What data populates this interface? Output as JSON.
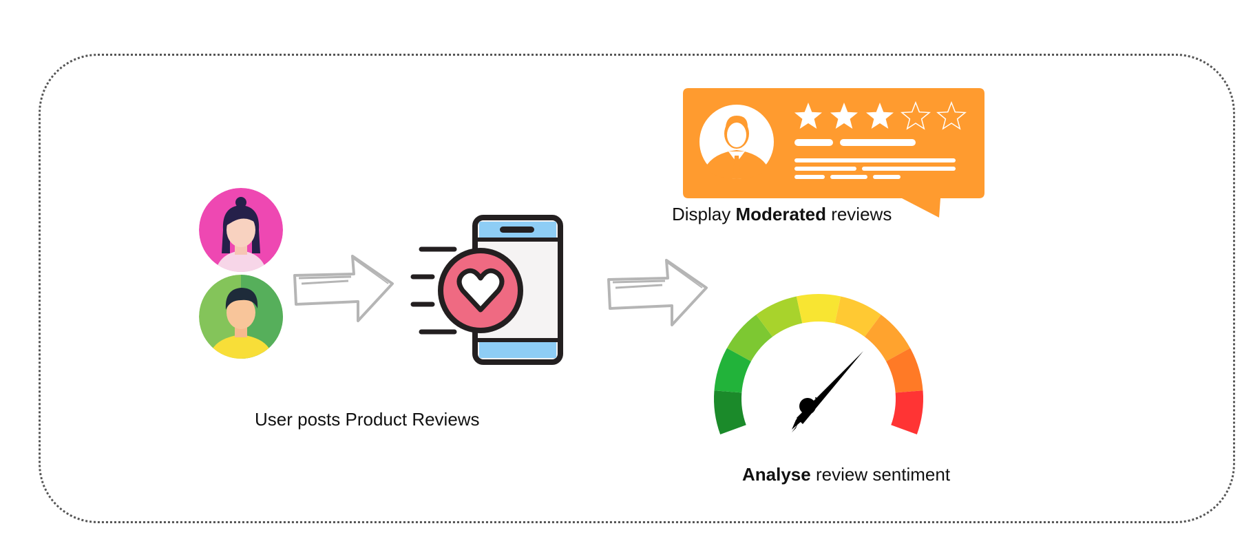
{
  "flow": {
    "caption_post": "User posts  Product Reviews",
    "display": {
      "prefix": "Display",
      "bold": "Moderated",
      "suffix": "reviews"
    },
    "analyse": {
      "bold": "Analyse",
      "suffix": "review sentiment"
    }
  },
  "review_card": {
    "rating": 3,
    "max_rating": 5
  },
  "colors": {
    "card_orange": "#FF9B2F",
    "avatar_pink": "#EE48B2",
    "avatar_green": "#84C45A",
    "heart_pink": "#EF6A82",
    "phone_screen_blue": "#8ECDF5",
    "arrow_gray": "#B5B5B5"
  },
  "gauge": {
    "segments": [
      "#1B8A2A",
      "#22B33A",
      "#7DC832",
      "#A8D32C",
      "#F8E532",
      "#FFC933",
      "#FFA32E",
      "#FF7A26",
      "#FF3434"
    ]
  }
}
